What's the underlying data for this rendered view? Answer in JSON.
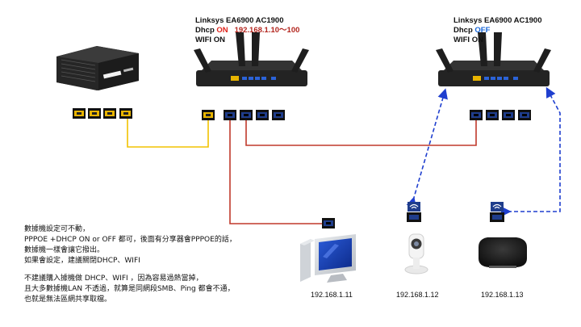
{
  "router_main": {
    "title": "Linksys EA6900 AC1900",
    "dhcp_prefix": "Dhcp",
    "dhcp_state": "ON",
    "dhcp_range": "192.168.1.10～100",
    "wifi": "WIFI ON"
  },
  "router_secondary": {
    "title": "Linksys EA6900 AC1900",
    "dhcp_prefix": "Dhcp",
    "dhcp_state": "OFF",
    "wifi": "WIFI ON"
  },
  "devices": {
    "pc_ip": "192.168.1.11",
    "camera_ip": "192.168.1.12",
    "player_ip": "192.168.1.13"
  },
  "notes": {
    "lines_1": [
      "數據機設定可不動，",
      "PPPOE +DHCP ON  or OFF 都可，後面有分享器會PPPOE的話，",
      "數據機一樣會讓它撥出。",
      "如果會設定，建議關閉DHCP、WIFI"
    ],
    "lines_2": [
      "不建議購入據機做 DHCP、WIFI ，因為容易過熱當掉，",
      "且大多數據機LAN 不透過，就算是同網段SMB、Ping 都會不通，",
      "也就是無法區網共享取檔。"
    ]
  },
  "colors": {
    "yellow_cable": "#f2c200",
    "red_cable": "#c0392b",
    "wifi_link": "#1f3fcf",
    "port_yellow": "#e8b400",
    "port_blue": "#1f3d8c"
  }
}
